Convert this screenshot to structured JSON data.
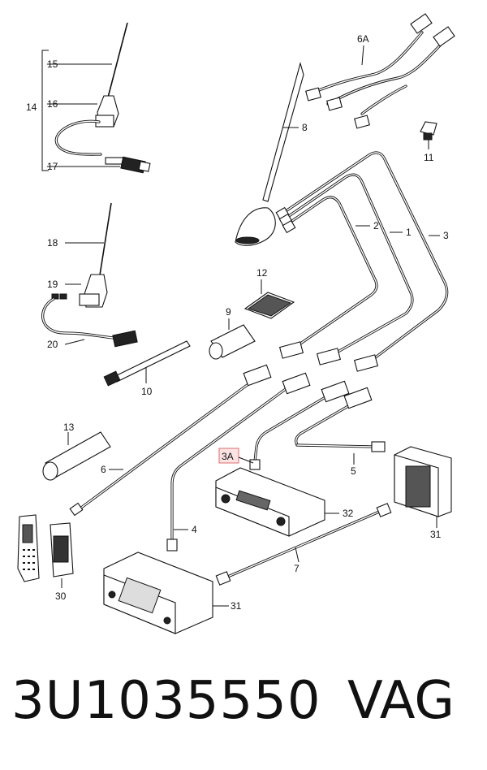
{
  "callouts": {
    "c1": "1",
    "c2": "2",
    "c3": "3",
    "c3a": "3A",
    "c4": "4",
    "c5": "5",
    "c6": "6",
    "c6a": "6A",
    "c7": "7",
    "c8": "8",
    "c9": "9",
    "c10": "10",
    "c11": "11",
    "c12": "12",
    "c13": "13",
    "c14": "14",
    "c15": "15",
    "c16": "16",
    "c17": "17",
    "c18": "18",
    "c19": "19",
    "c20": "20",
    "c30": "30",
    "c31a": "31",
    "c31b": "31",
    "c32": "32"
  },
  "highlighted_callout": "3A",
  "footer": {
    "part_number": "3U1035550",
    "brand": "VAG"
  }
}
